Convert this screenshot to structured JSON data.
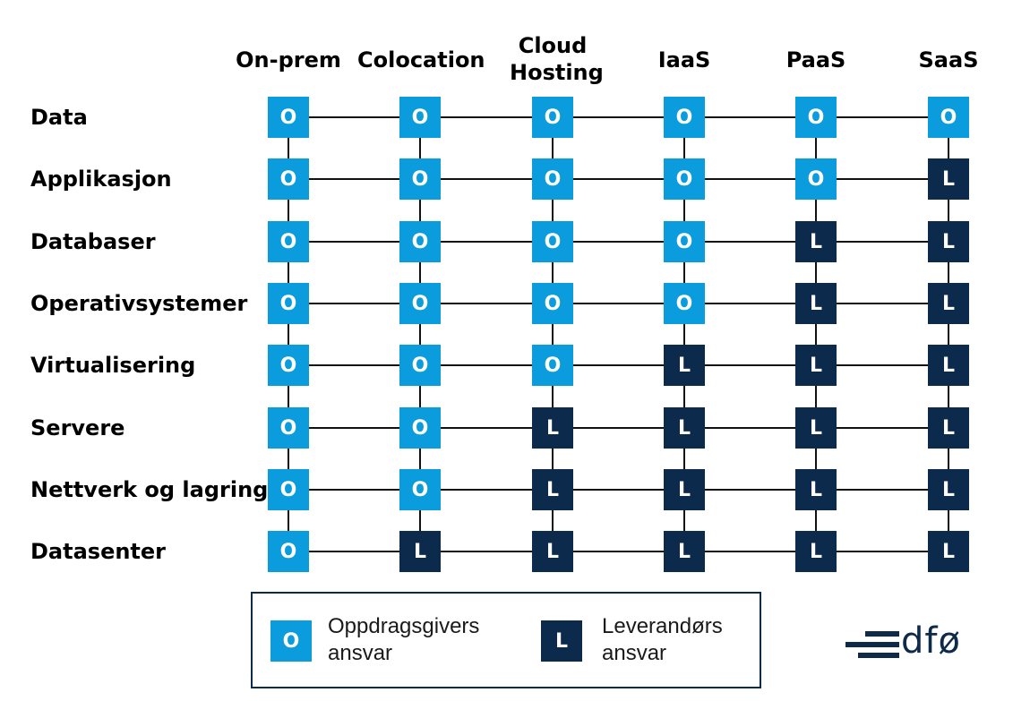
{
  "columns": [
    "On-prem",
    "Colocation",
    "Cloud Hosting",
    "IaaS",
    "PaaS",
    "SaaS"
  ],
  "rows": [
    {
      "label": "Data",
      "cells": [
        "O",
        "O",
        "O",
        "O",
        "O",
        "O"
      ]
    },
    {
      "label": "Applikasjon",
      "cells": [
        "O",
        "O",
        "O",
        "O",
        "O",
        "L"
      ]
    },
    {
      "label": "Databaser",
      "cells": [
        "O",
        "O",
        "O",
        "O",
        "L",
        "L"
      ]
    },
    {
      "label": "Operativsystemer",
      "cells": [
        "O",
        "O",
        "O",
        "O",
        "L",
        "L"
      ]
    },
    {
      "label": "Virtualisering",
      "cells": [
        "O",
        "O",
        "O",
        "L",
        "L",
        "L"
      ]
    },
    {
      "label": "Servere",
      "cells": [
        "O",
        "O",
        "L",
        "L",
        "L",
        "L"
      ]
    },
    {
      "label": "Nettverk og lagring",
      "cells": [
        "O",
        "O",
        "L",
        "L",
        "L",
        "L"
      ]
    },
    {
      "label": "Datasenter",
      "cells": [
        "O",
        "L",
        "L",
        "L",
        "L",
        "L"
      ]
    }
  ],
  "legend": {
    "o_symbol": "O",
    "o_text": "Oppdragsgivers ansvar",
    "l_symbol": "L",
    "l_text": "Leverandørs ansvar"
  },
  "logo": {
    "text": "dfø"
  },
  "colors": {
    "o": "#0a9cdd",
    "l": "#0c2a4c",
    "line": "#111111"
  }
}
